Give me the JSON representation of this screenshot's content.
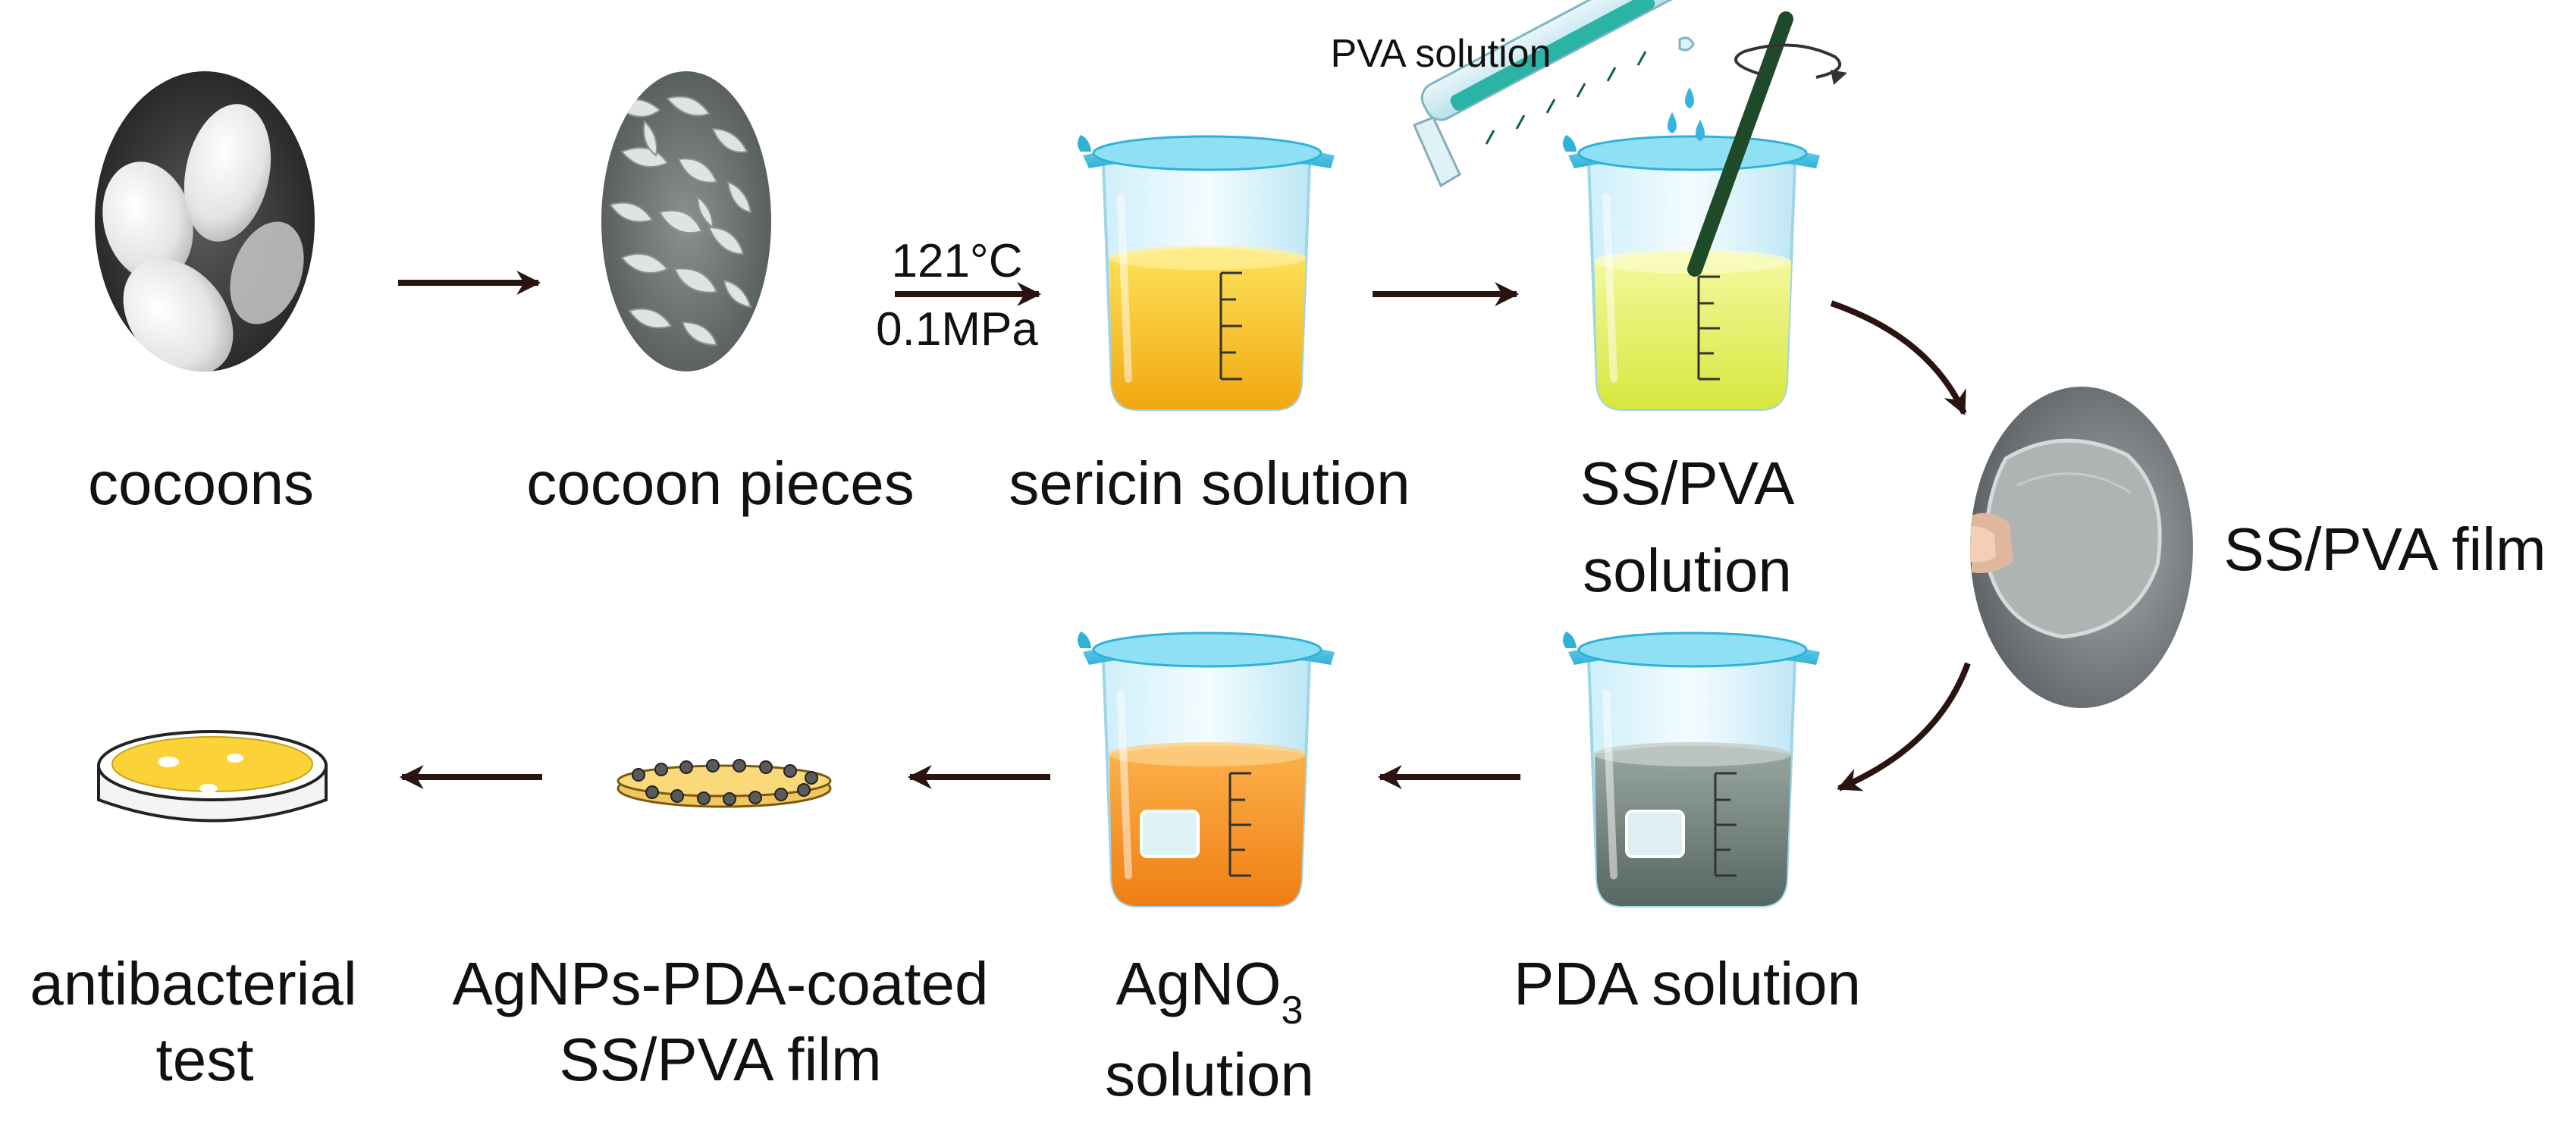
{
  "labels": {
    "cocoons": "cocoons",
    "cocoon_pieces": "cocoon pieces",
    "sericin_solution": "sericin solution",
    "ss_pva_solution_1": "SS/PVA",
    "ss_pva_solution_2": "solution",
    "ss_pva_film": "SS/PVA film",
    "pda_solution": "PDA solution",
    "agno3_main": "AgNO",
    "agno3_sub": "3",
    "agno3_solution": "solution",
    "coated_film_1": "AgNPs-PDA-coated",
    "coated_film_2": "SS/PVA film",
    "antibacterial_1": "antibacterial",
    "antibacterial_2": "test",
    "pva_solution": "PVA solution",
    "temperature": "121°C",
    "pressure": "0.1MPa"
  },
  "colors": {
    "arrow": "#2a1410",
    "beaker_rim": "#4fc3e0",
    "sericin": "#f8c21c",
    "ss_pva": "#e8f26a",
    "pda": "#6f7f78",
    "agno3": "#f7922a",
    "dish_agar": "#fbd238",
    "stir_rod": "#1f4a2a"
  },
  "icons": [
    "cocoon-photo-icon",
    "cocoon-pieces-photo-icon",
    "beaker-icon",
    "pipette-icon",
    "stir-rod-icon",
    "film-photo-icon",
    "coated-film-icon",
    "petri-dish-icon"
  ]
}
